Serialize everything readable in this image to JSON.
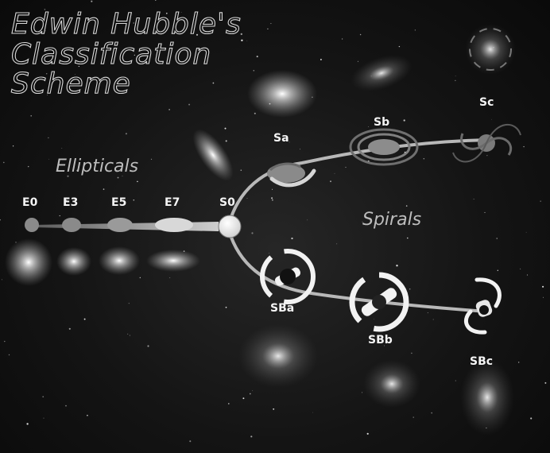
{
  "title": {
    "lines": [
      "Edwin Hubble's",
      "Classification",
      "Scheme"
    ]
  },
  "groups": {
    "ellipticals": "Ellipticals",
    "spirals": "Spirals"
  },
  "classes": {
    "e0": "E0",
    "e3": "E3",
    "e5": "E5",
    "e7": "E7",
    "s0": "S0",
    "sa": "Sa",
    "sb": "Sb",
    "sc": "Sc",
    "sba": "SBa",
    "sbb": "SBb",
    "sbc": "SBc"
  },
  "colors": {
    "background": "#141414",
    "symbol_fill": "#8a8a8a",
    "symbol_highlight": "#f2f2f2",
    "text": "#f4f4f4"
  }
}
